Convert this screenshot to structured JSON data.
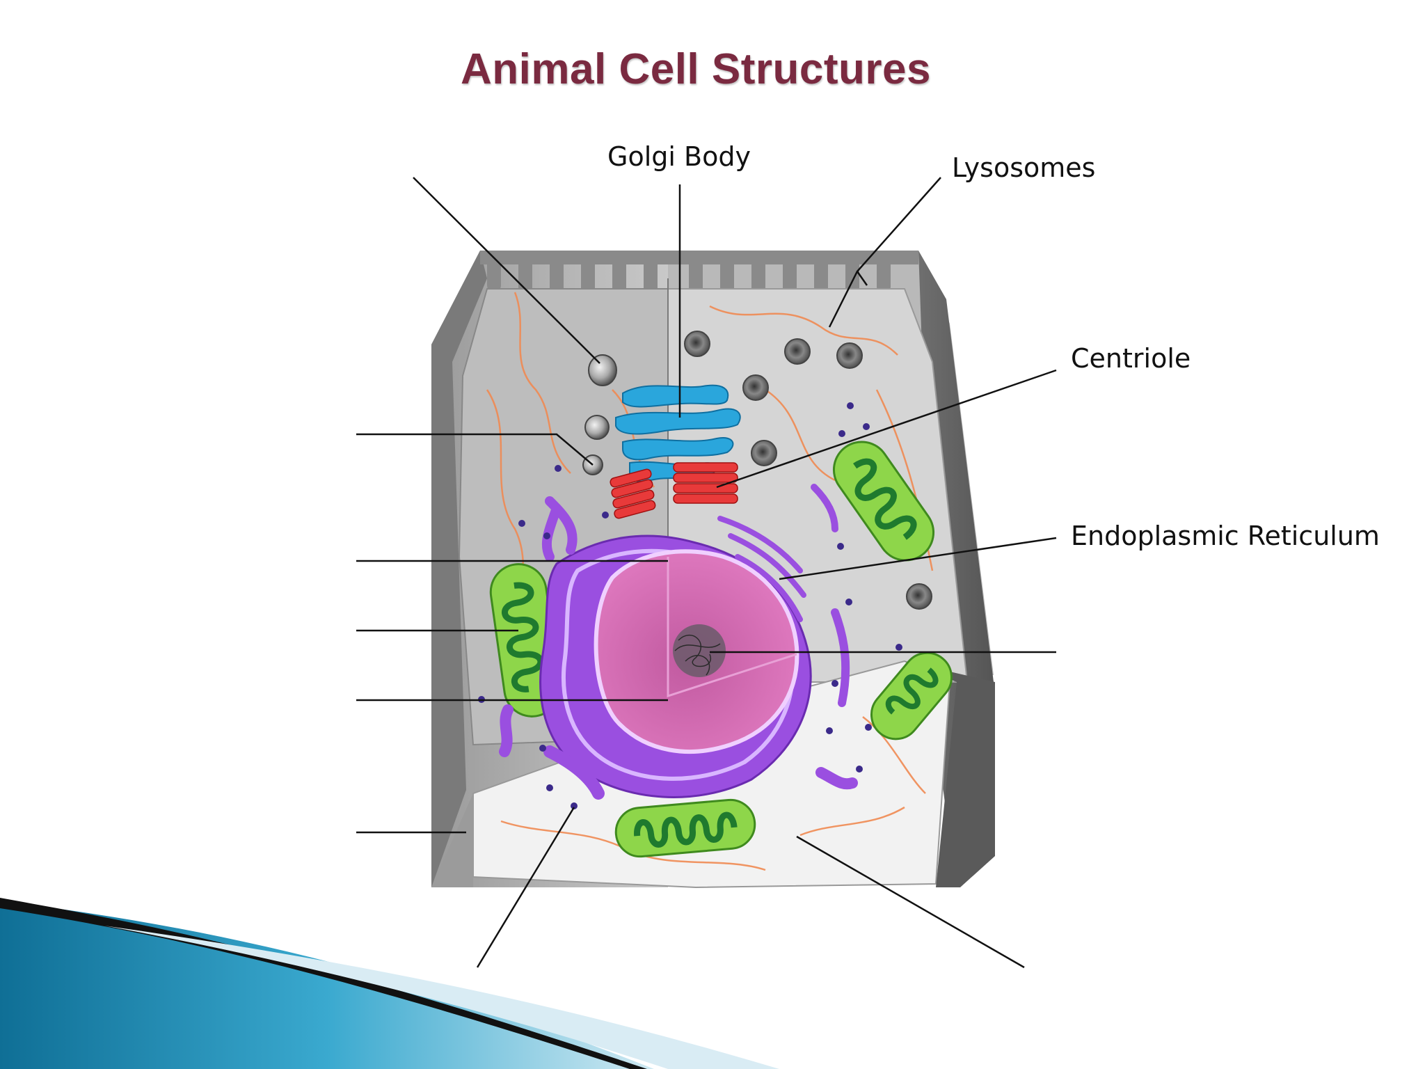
{
  "slide": {
    "title": "Animal Cell Structures"
  },
  "labels": {
    "golgi": "Golgi Body",
    "lysosomes": "Lysosomes",
    "centriole": "Centriole",
    "er": "Endoplasmic Reticulum"
  },
  "colors": {
    "title": "#7a2a40",
    "golgi": "#2aa6dc",
    "centriole": "#e83a3a",
    "mitochondria_outer": "#8ed64a",
    "mitochondria_inner": "#1f7a2e",
    "er": "#9a4fe0",
    "nucleus": "#d44fa8",
    "membrane_lines": "#f08a52",
    "accent_swoosh": "#2a9ec8"
  },
  "icons": {
    "decorative": "blue-swoosh"
  }
}
